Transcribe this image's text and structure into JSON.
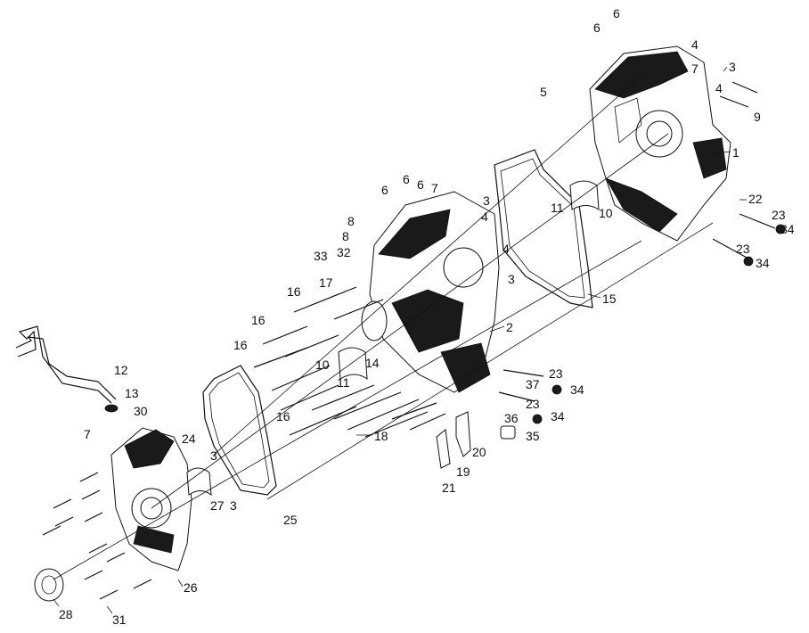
{
  "colors": {
    "ink": "#111111",
    "background": "#ffffff"
  },
  "callouts": [
    "1",
    "2",
    "3",
    "3",
    "3",
    "3",
    "3",
    "4",
    "4",
    "4",
    "4",
    "5",
    "6",
    "6",
    "6",
    "6",
    "6",
    "7",
    "7",
    "7",
    "8",
    "8",
    "9",
    "10",
    "10",
    "11",
    "11",
    "12",
    "13",
    "14",
    "15",
    "16",
    "16",
    "16",
    "16",
    "17",
    "18",
    "19",
    "20",
    "21",
    "22",
    "23",
    "23",
    "23",
    "23",
    "24",
    "25",
    "26",
    "27",
    "28",
    "30",
    "31",
    "32",
    "33",
    "34",
    "34",
    "34",
    "34",
    "35",
    "36",
    "37"
  ]
}
